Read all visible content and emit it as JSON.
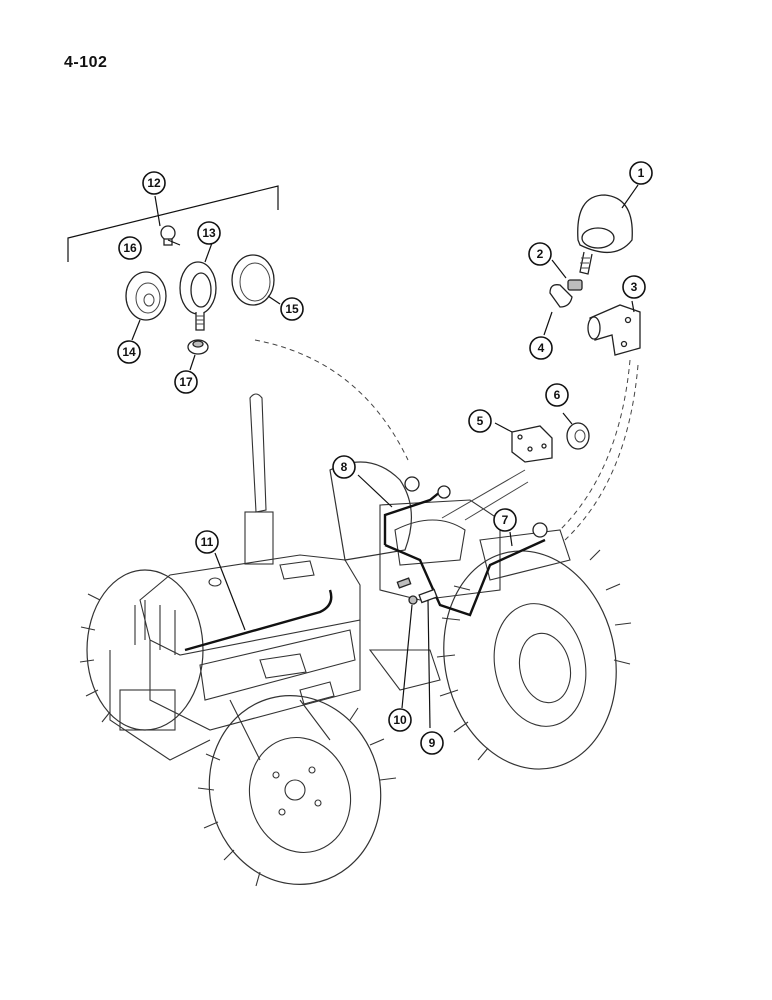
{
  "page": {
    "number": "4-102"
  },
  "callouts": [
    "1",
    "2",
    "3",
    "4",
    "5",
    "6",
    "7",
    "8",
    "9",
    "10",
    "11",
    "12",
    "13",
    "14",
    "15",
    "16",
    "17"
  ]
}
